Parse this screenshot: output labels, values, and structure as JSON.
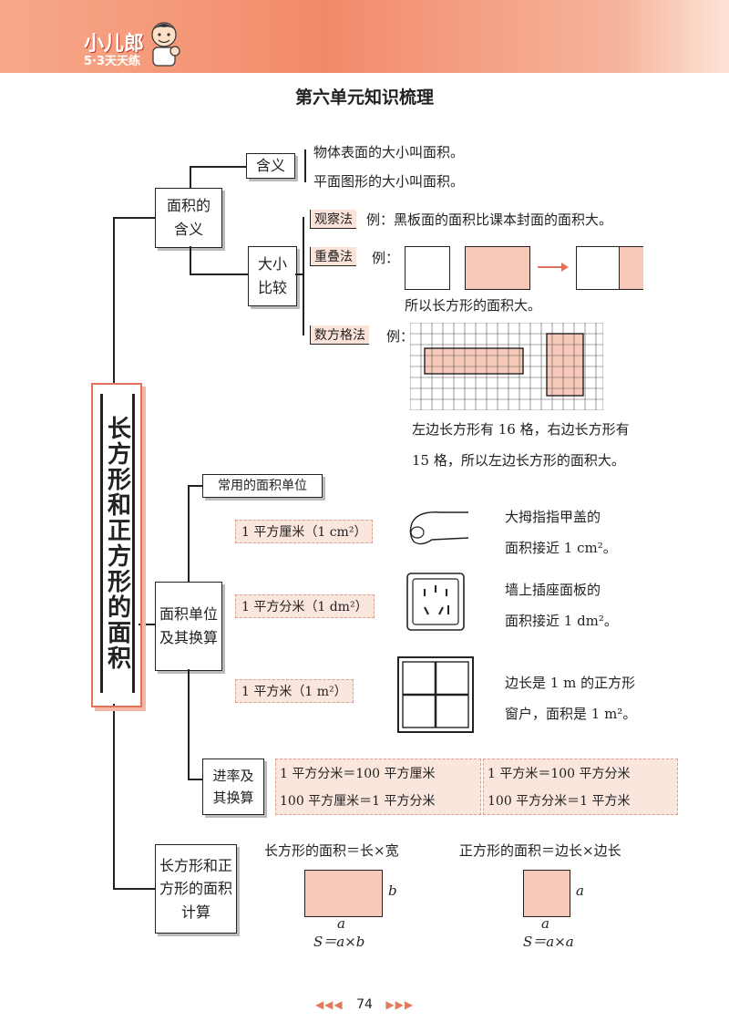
{
  "header": {
    "logo": "小儿郎",
    "sub": "5·3天天练"
  },
  "title": "第六单元知识梳理",
  "main_topic": "长方形和正方形的面积",
  "meaning": {
    "label": "面积的含义",
    "def_label": "含义",
    "def1": "物体表面的大小叫面积。",
    "def2": "平面图形的大小叫面积。",
    "compare_label": "大小比较",
    "method1": "观察法",
    "method1_text": "例：黑板面的面积比课本封面的面积大。",
    "method2": "重叠法",
    "method2_ex": "例：",
    "method2_text": "所以长方形的面积大。",
    "method3": "数方格法",
    "method3_ex": "例：",
    "method3_text1": "左边长方形有 16 格，右边长方形有",
    "method3_text2": "15 格，所以左边长方形的面积大。"
  },
  "units": {
    "label": "面积单位及其换算",
    "common_label": "常用的面积单位",
    "cm2": "1 平方厘米（1 cm²）",
    "cm2_desc1": "大拇指指甲盖的",
    "cm2_desc2": "面积接近 1 cm²。",
    "dm2": "1 平方分米（1 dm²）",
    "dm2_desc1": "墙上插座面板的",
    "dm2_desc2": "面积接近 1 dm²。",
    "m2": "1 平方米（1 m²）",
    "m2_desc1": "边长是 1 m 的正方形",
    "m2_desc2": "窗户，面积是 1 m²。",
    "rate_label": "进率及其换算",
    "rate1": "1 平方分米＝100 平方厘米",
    "rate2": "100 平方厘米＝1 平方分米",
    "rate3": "1 平方米＝100 平方分米",
    "rate4": "100 平方分米＝1 平方米"
  },
  "calc": {
    "label": "长方形和正方形的面积计算",
    "rect_formula": "长方形的面积＝长×宽",
    "square_formula": "正方形的面积＝边长×边长",
    "rect_side_b": "b",
    "rect_side_a": "a",
    "rect_s": "S＝a×b",
    "sq_side_a1": "a",
    "sq_side_a2": "a",
    "sq_s": "S＝a×a"
  },
  "footer": {
    "page": "74",
    "left_arrows": "◀◀◀",
    "right_arrows": "▶▶▶"
  }
}
